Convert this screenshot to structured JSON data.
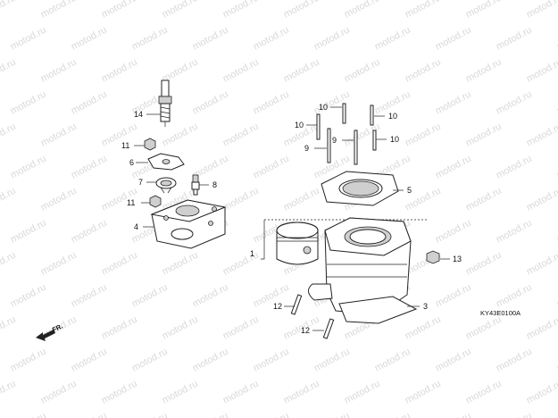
{
  "watermark": "motod.ru",
  "diagram_code": "KY43E0100A",
  "front_label": "FR.",
  "callouts": {
    "c14": "14",
    "c11a": "11",
    "c6": "6",
    "c7": "7",
    "c8": "8",
    "c11b": "11",
    "c4": "4",
    "c10a": "10",
    "c10b": "10",
    "c10c": "10",
    "c10d": "10",
    "c9a": "9",
    "c9b": "9",
    "c5": "5",
    "c1": "1",
    "c13": "13",
    "c3": "3",
    "c12a": "12",
    "c12b": "12"
  }
}
